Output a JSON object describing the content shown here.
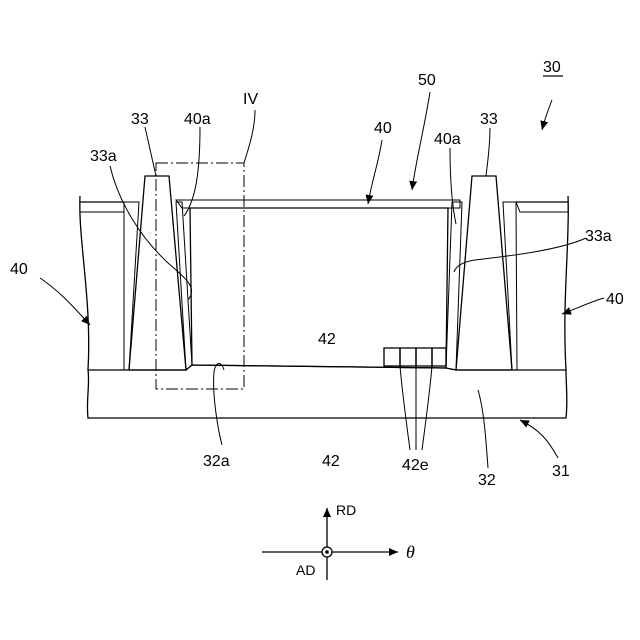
{
  "figure": {
    "ref_30": "30",
    "ref_50": "50",
    "ref_40_top": "40",
    "ref_40_left": "40",
    "ref_40_right": "40",
    "ref_40a_left": "40a",
    "ref_40a_right": "40a",
    "ref_33_left": "33",
    "ref_33_right": "33",
    "ref_33a_left": "33a",
    "ref_33a_right": "33a",
    "ref_IV": "IV",
    "ref_32a": "32a",
    "ref_42": "42",
    "ref_42e": "42e",
    "ref_32": "32",
    "ref_31": "31"
  },
  "axes": {
    "rd_label": "RD",
    "theta_label": "θ",
    "ad_label": "AD"
  }
}
